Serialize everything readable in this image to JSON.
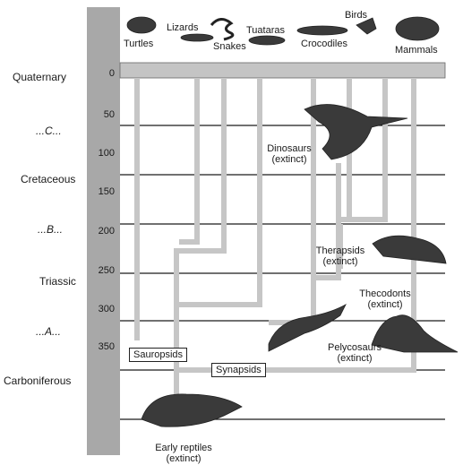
{
  "animals_top": {
    "turtles": "Turtles",
    "lizards": "Lizards",
    "snakes": "Snakes",
    "tuataras": "Tuataras",
    "crocodiles": "Crocodiles",
    "birds": "Birds",
    "mammals": "Mammals"
  },
  "periods": {
    "quaternary": "Quaternary",
    "c": "...C...",
    "cretaceous": "Cretaceous",
    "b": "...B...",
    "triassic": "Triassic",
    "a": "...A...",
    "carboniferous": "Carboniferous"
  },
  "scale_ticks": [
    "0",
    "50",
    "100",
    "150",
    "200",
    "250",
    "300",
    "350"
  ],
  "groups": {
    "dinosaurs": "Dinosaurs",
    "dinosaurs_note": "(extinct)",
    "therapsids": "Therapsids",
    "therapsids_note": "(extinct)",
    "thecodonts": "Thecodonts",
    "thecodonts_note": "(extinct)",
    "pelycosaurs": "Pelycosaurs",
    "pelycosaurs_note": "(extinct)",
    "sauropsids": "Sauropsids",
    "synapsids": "Synapsids",
    "early_reptiles": "Early reptiles",
    "early_reptiles_note": "(extinct)"
  }
}
